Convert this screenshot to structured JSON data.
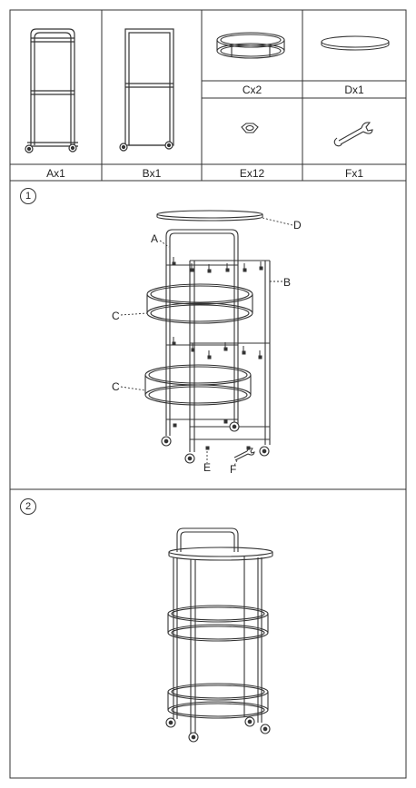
{
  "parts": {
    "a": "Ax1",
    "b": "Bx1",
    "c": "Cx2",
    "d": "Dx1",
    "e": "Ex12",
    "f": "Fx1"
  },
  "step1": {
    "number": "1",
    "callouts": {
      "a": "A",
      "b": "B",
      "c1": "C",
      "c2": "C",
      "d": "D",
      "e": "E",
      "f": "F"
    }
  },
  "step2": {
    "number": "2"
  }
}
